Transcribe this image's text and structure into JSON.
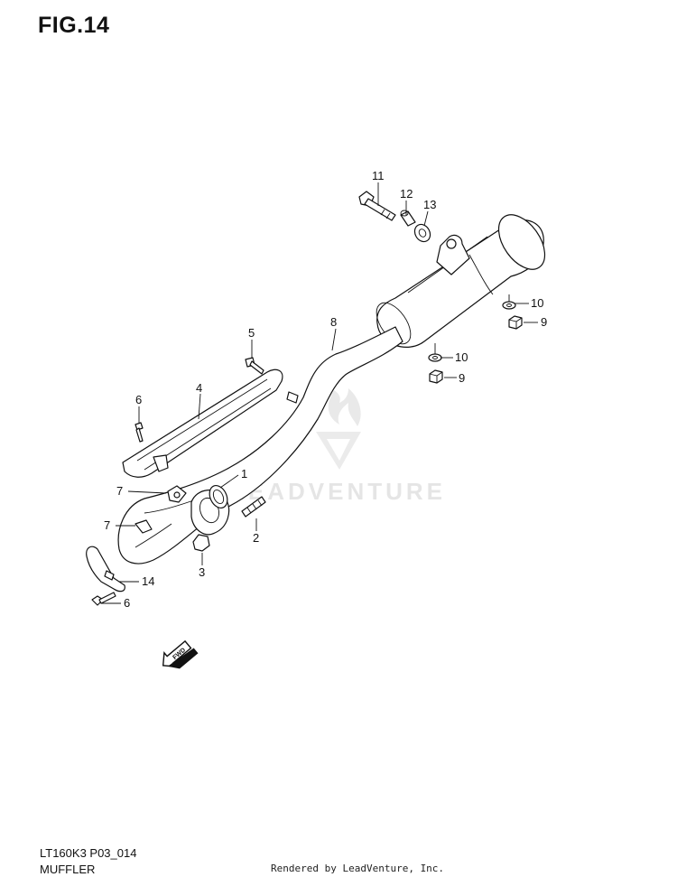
{
  "figure": {
    "title": "FIG.14",
    "model_code": "LT160K3 P03_014",
    "section_name": "MUFFLER",
    "render_credit": "Rendered by LeadVenture, Inc."
  },
  "watermark": {
    "text": "LEADVENTURE",
    "color": "#d0d0d0"
  },
  "fwd_arrow": {
    "label": "FWD"
  },
  "callouts": [
    {
      "id": "c1",
      "text": "1"
    },
    {
      "id": "c2",
      "text": "2"
    },
    {
      "id": "c3",
      "text": "3"
    },
    {
      "id": "c4",
      "text": "4"
    },
    {
      "id": "c5",
      "text": "5"
    },
    {
      "id": "c6a",
      "text": "6"
    },
    {
      "id": "c6b",
      "text": "6"
    },
    {
      "id": "c7a",
      "text": "7"
    },
    {
      "id": "c7b",
      "text": "7"
    },
    {
      "id": "c8",
      "text": "8"
    },
    {
      "id": "c9a",
      "text": "9"
    },
    {
      "id": "c9b",
      "text": "9"
    },
    {
      "id": "c10a",
      "text": "10"
    },
    {
      "id": "c10b",
      "text": "10"
    },
    {
      "id": "c11",
      "text": "11"
    },
    {
      "id": "c12",
      "text": "12"
    },
    {
      "id": "c13",
      "text": "13"
    },
    {
      "id": "c14",
      "text": "14"
    }
  ]
}
